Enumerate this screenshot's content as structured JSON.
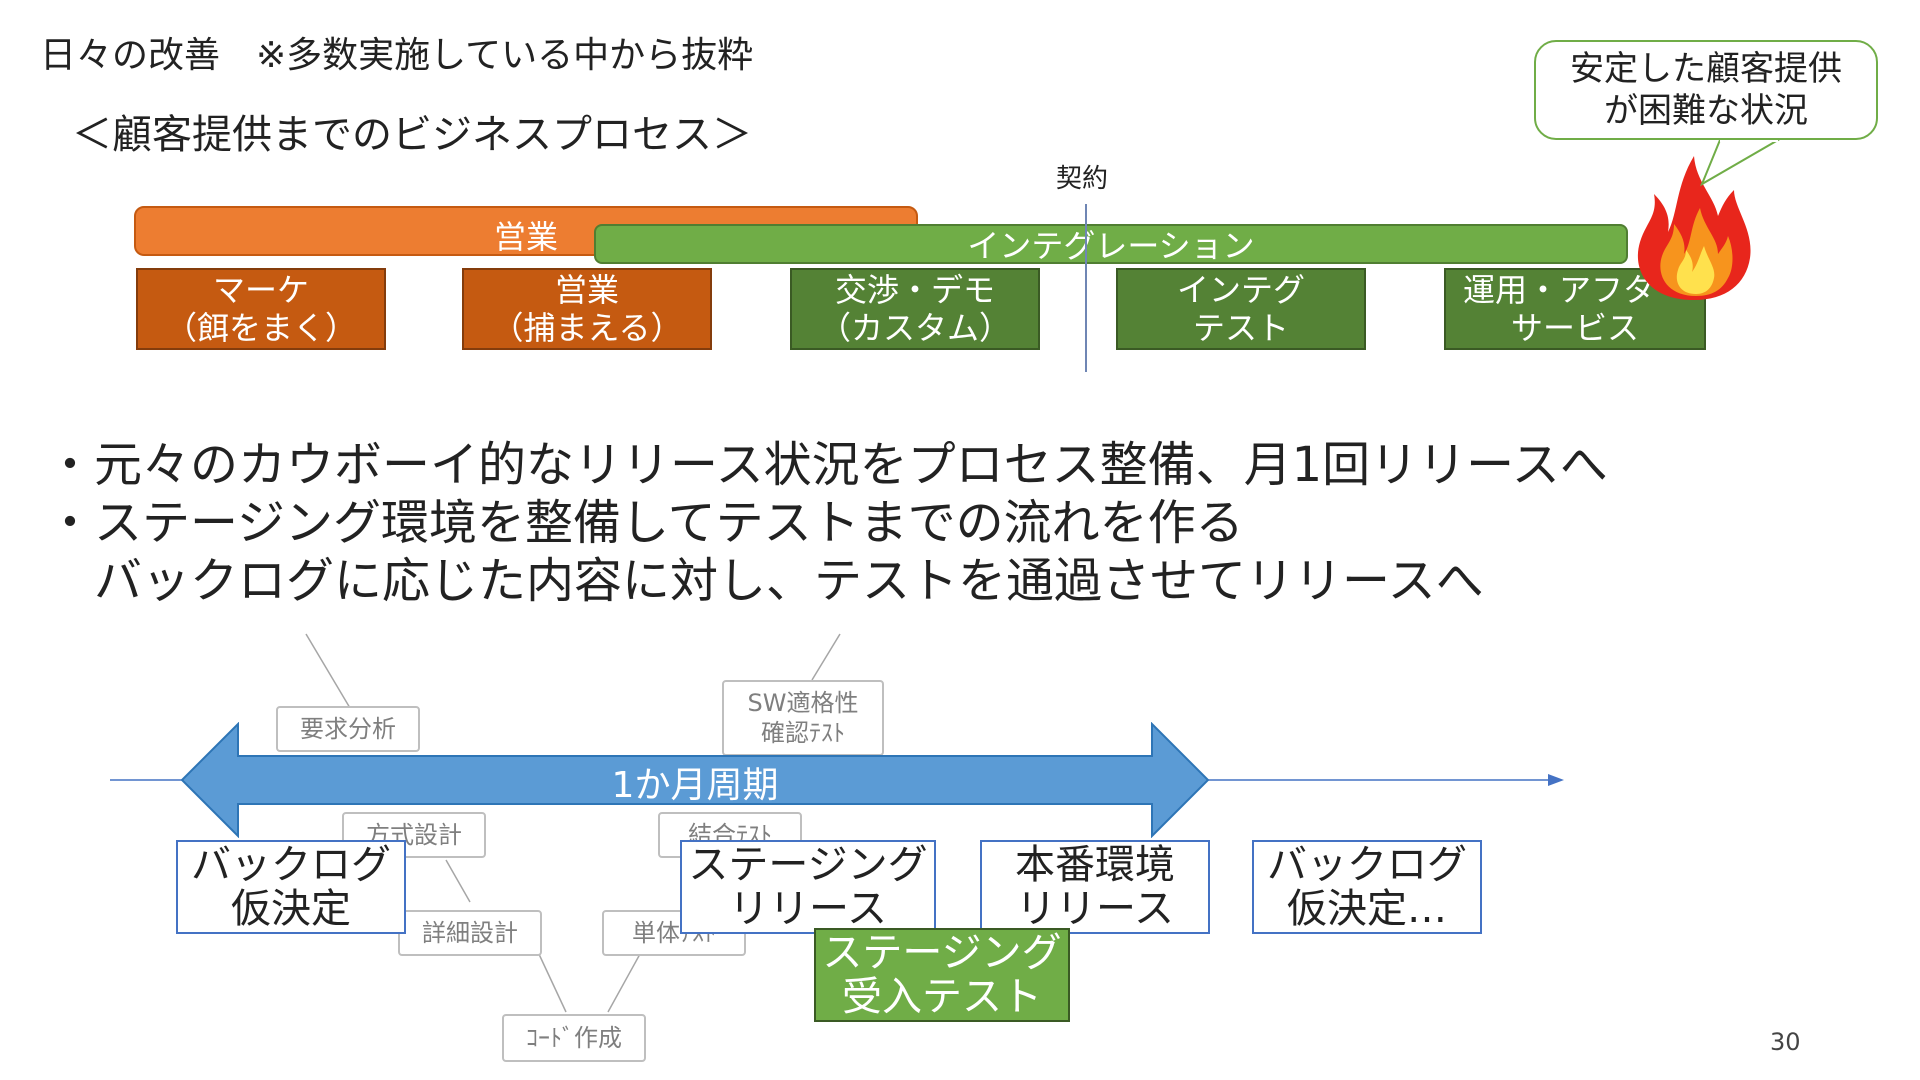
{
  "header": {
    "title": "日々の改善　※多数実施している中から抜粋",
    "subtitle": "＜顧客提供までのビジネスプロセス＞"
  },
  "process": {
    "contract_label": "契約",
    "sales_bar": "営業",
    "integration_bar": "インテグレーション",
    "phases": [
      {
        "line1": "マーケ",
        "line2": "（餌をまく）",
        "color": "#c55a11"
      },
      {
        "line1": "営業",
        "line2": "（捕まえる）",
        "color": "#c55a11"
      },
      {
        "line1": "交渉・デモ",
        "line2": "（カスタム）",
        "color": "#548235"
      },
      {
        "line1": "インテグ",
        "line2": "テスト",
        "color": "#548235"
      },
      {
        "line1": "運用・アフター",
        "line2": "サービス",
        "color": "#548235"
      }
    ],
    "callout": {
      "line1": "安定した顧客提供",
      "line2": "が困難な状況"
    },
    "fire_icon": "fire-icon"
  },
  "bullets": [
    "・元々のカウボーイ的なリリース状況をプロセス整備、月1回リリースへ",
    "・ステージング環境を整備してテストまでの流れを作る",
    "　バックログに応じた内容に対し、テストを通過させてリリースへ"
  ],
  "vmodel": {
    "requirements": "要求分析",
    "sw_test_line1": "SW適格性",
    "sw_test_line2": "確認ﾃｽﾄ",
    "arch_design": "方式設計",
    "integ_test": "結合ﾃｽﾄ",
    "detail_design": "詳細設計",
    "unit_test": "単体ﾃｽﾄ",
    "coding": "ｺｰﾄﾞ作成"
  },
  "cycle": {
    "arrow_label": "1か月周期",
    "arrow_color": "#5b9bd5",
    "steps": [
      {
        "line1": "バックログ",
        "line2": "仮決定"
      },
      {
        "line1": "ステージング",
        "line2": "リリース"
      },
      {
        "line1": "本番環境",
        "line2": "リリース"
      },
      {
        "line1": "バックログ",
        "line2": "仮決定…"
      }
    ],
    "acceptance": {
      "line1": "ステージング",
      "line2": "受入テスト"
    }
  },
  "page_number": "30"
}
